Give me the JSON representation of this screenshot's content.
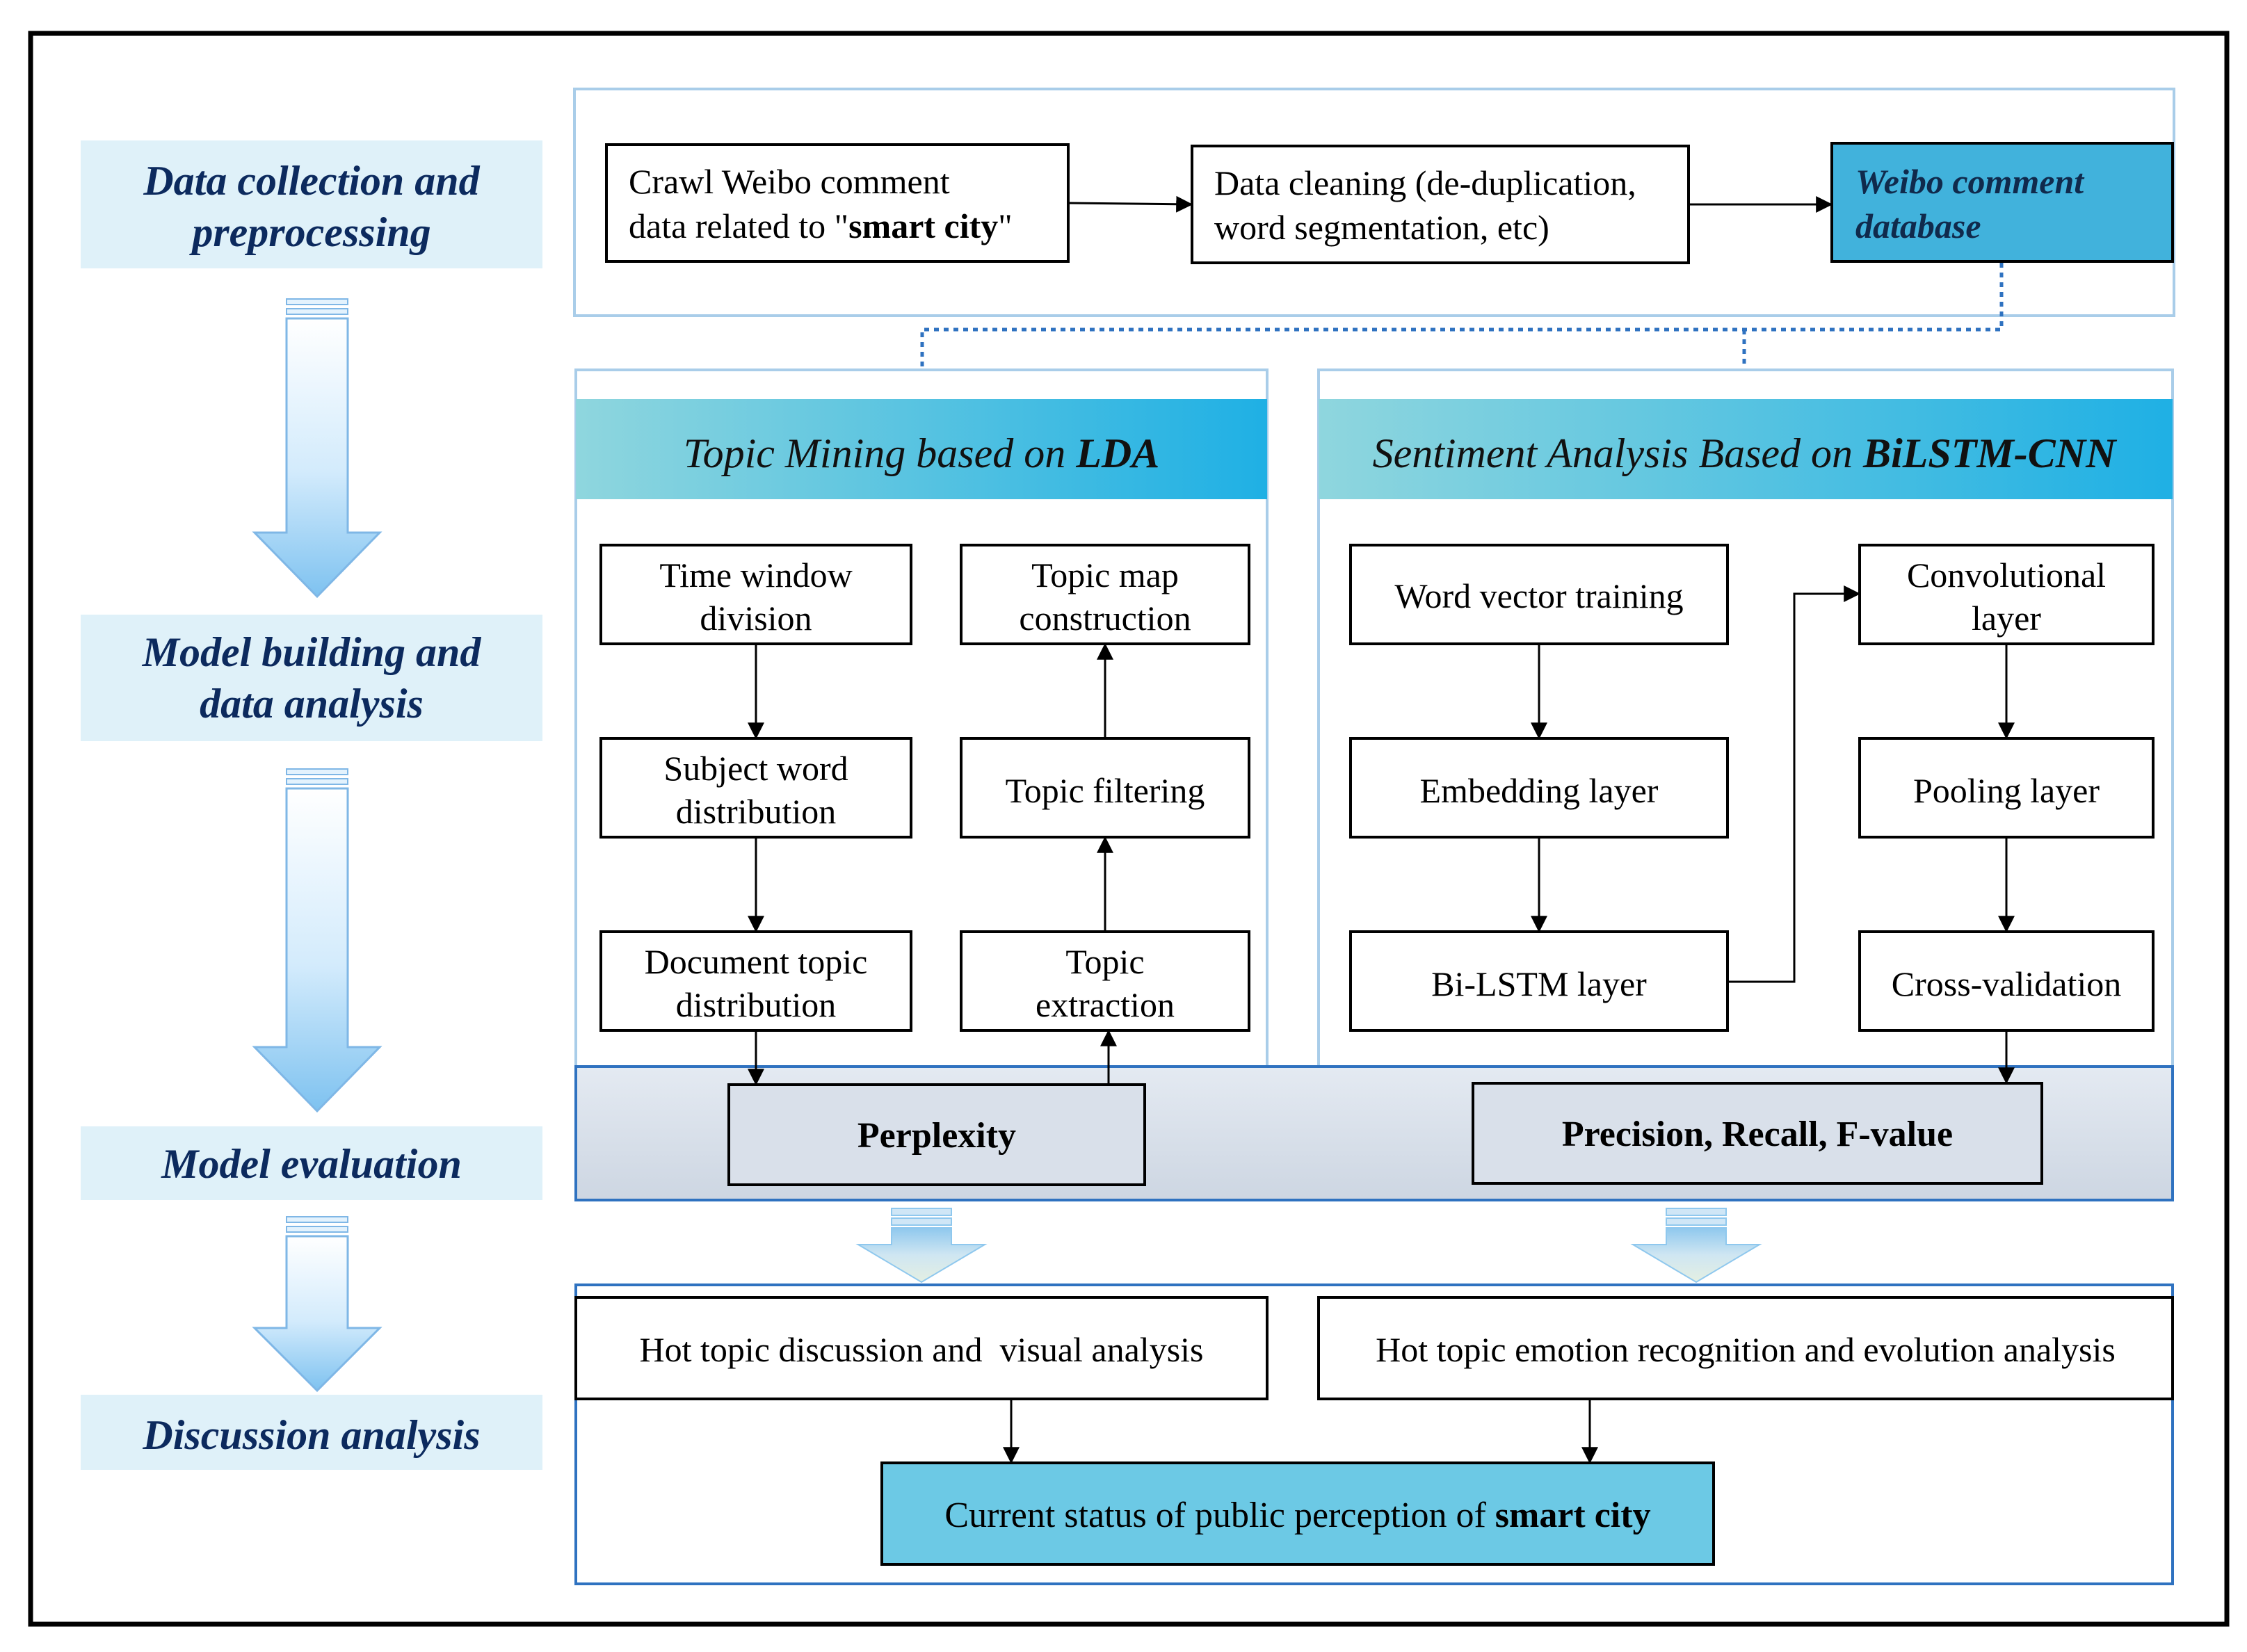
{
  "stages": [
    {
      "line1": "Data collection and",
      "line2": "preprocessing"
    },
    {
      "line1": "Model building and",
      "line2": "data analysis"
    },
    {
      "line1": "Model evaluation",
      "line2": ""
    },
    {
      "line1": "Discussion analysis",
      "line2": ""
    }
  ],
  "collection": {
    "crawl_line1": "Crawl Weibo comment",
    "crawl_line2_pre": "data related to \"",
    "crawl_line2_bold": "smart city",
    "crawl_line2_post": "\"",
    "clean_line1": "Data cleaning (de-duplication,",
    "clean_line2": "word segmentation, etc)",
    "db_line1": "Weibo comment",
    "db_line2": "database"
  },
  "lda": {
    "title_pre": "Topic Mining based on ",
    "title_bold": "LDA",
    "time_window_1": "Time window",
    "time_window_2": "division",
    "subject_word_1": "Subject word",
    "subject_word_2": "distribution",
    "doc_topic_1": "Document topic",
    "doc_topic_2": "distribution",
    "topic_map_1": "Topic map",
    "topic_map_2": "construction",
    "topic_filtering": "Topic filtering",
    "topic_extraction_1": "Topic",
    "topic_extraction_2": "extraction",
    "metric": "Perplexity"
  },
  "sentiment": {
    "title_pre": "Sentiment Analysis Based on ",
    "title_bold": "BiLSTM-CNN",
    "word_vector": "Word vector training",
    "embedding": "Embedding  layer",
    "bilstm": "Bi-LSTM layer",
    "conv_1": "Convolutional",
    "conv_2": "layer",
    "pooling": "Pooling layer",
    "cross_validation": "Cross-validation",
    "metric": "Precision, Recall, F-value"
  },
  "discussion": {
    "hot_topic": "Hot topic discussion and  visual analysis",
    "emotion": "Hot topic emotion recognition and evolution analysis",
    "status_pre": "Current status of public perception of ",
    "status_bold": "smart city"
  },
  "colors": {
    "stage_bg": "#dff1f9",
    "stage_text": "#0c2a5e",
    "header_grad_start": "#8fd6de",
    "header_grad_end": "#1fb0e4",
    "db_fill": "#41b2dc",
    "result_fill": "#6cc9e5",
    "metric_band": "#d5dee9",
    "panel_border": "#a9cde9",
    "connector": "#2f72c0",
    "arrow_light": "#e3f2fd",
    "arrow_dark": "#80c4f1"
  }
}
